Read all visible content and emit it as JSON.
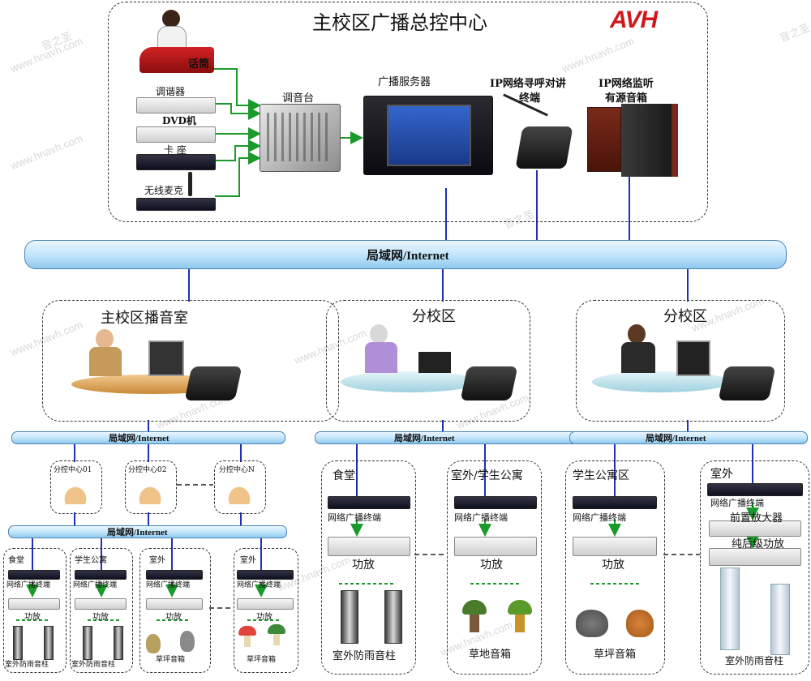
{
  "title": "主校区广播总控中心",
  "brand": "AVH",
  "brand_color": "#d0191c",
  "watermark_domain": "www.hnavh.com",
  "watermark_name": "音之圣",
  "control_center": {
    "inputs": [
      "话筒",
      "调谐器",
      "DVD机",
      "卡 座",
      "无线麦克"
    ],
    "mixer": "调音台",
    "server": "广播服务器",
    "intercom": "IP网络寻呼对讲终端",
    "intercom_line1": "IP网络寻呼对讲",
    "intercom_line2": "终端",
    "monitor_line1": "IP网络监听",
    "monitor_line2": "有源音箱"
  },
  "main_network": "局域网/Internet",
  "sites": [
    {
      "name": "主校区播音室"
    },
    {
      "name": "分校区"
    },
    {
      "name": "分校区"
    }
  ],
  "sub_networks": [
    "局域网/Internet",
    "局域网/Internet",
    "局域网/Internet"
  ],
  "sub_centers": [
    "分控中心01",
    "分控中心02",
    "分控中心N"
  ],
  "sub_center_network": "局域网/Internet",
  "small_zones": [
    {
      "name": "食堂",
      "terminal": "网络广播终端",
      "amp": "功放",
      "speaker": "室外防雨音柱"
    },
    {
      "name": "学生公寓",
      "terminal": "网络广播终端",
      "amp": "功放",
      "speaker": "室外防雨音柱"
    },
    {
      "name": "室外",
      "terminal": "网络广播终端",
      "amp": "功放",
      "speaker": "草坪音箱"
    },
    {
      "name": "室外",
      "terminal": "网络广播终端",
      "amp": "功放",
      "speaker": "草坪音箱"
    }
  ],
  "branch1_zones": [
    {
      "name": "食堂",
      "terminal": "网络广播终端",
      "amp": "功放",
      "speaker": "室外防雨音柱"
    },
    {
      "name": "室外/学生公寓",
      "terminal": "网络广播终端",
      "amp": "功放",
      "speaker": "草地音箱"
    }
  ],
  "branch2_zones": [
    {
      "name": "学生公寓区",
      "terminal": "网络广播终端",
      "amp": "功放",
      "speaker": "草坪音箱"
    },
    {
      "name": "室外",
      "terminal": "网络广播终端",
      "preamp": "前置放大器",
      "amp": "纯后级功放",
      "speaker": "室外防雨音柱"
    }
  ]
}
